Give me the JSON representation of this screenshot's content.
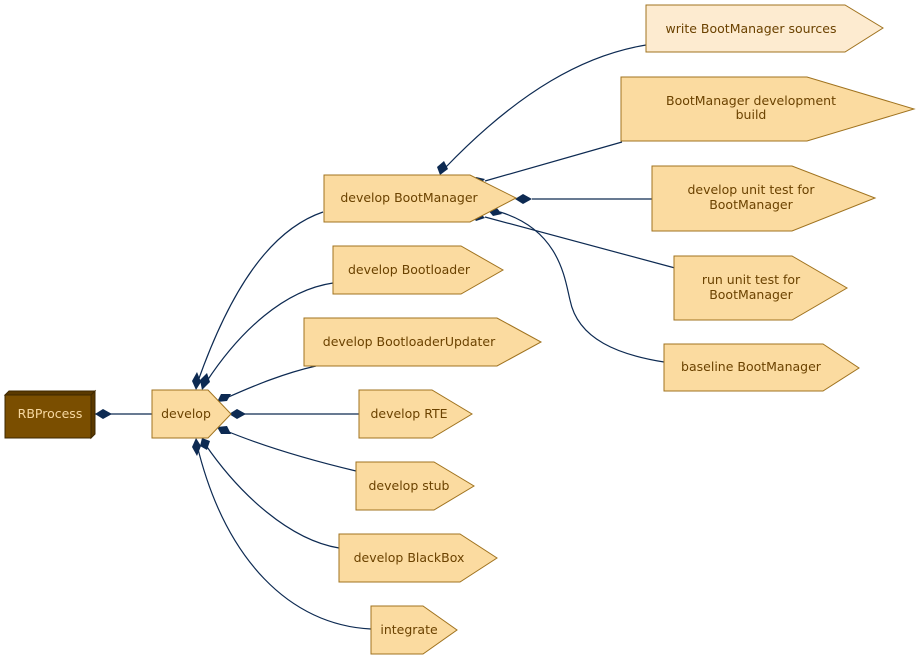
{
  "colors": {
    "node_fill": "#fbdba0",
    "node_fill_light": "#fdebd0",
    "node_stroke": "#a0731f",
    "node_text": "#6b4200",
    "root_fill": "#7a4e00",
    "root_text": "#f7d8a0",
    "edge": "#0d2a52"
  },
  "nodes": {
    "rbprocess": "RBProcess",
    "develop": "develop",
    "develop_bootmanager": "develop BootManager",
    "develop_bootloader": "develop Bootloader",
    "develop_bootloaderupdater": "develop BootloaderUpdater",
    "develop_rte": "develop RTE",
    "develop_stub": "develop stub",
    "develop_blackbox": "develop BlackBox",
    "integrate": "integrate",
    "write_sources": "write BootManager sources",
    "dev_build_line1": "BootManager development",
    "dev_build_line2": "build",
    "unit_test_dev_line1": "develop unit test for",
    "unit_test_dev_line2": "BootManager",
    "unit_test_run_line1": "run unit test for",
    "unit_test_run_line2": "BootManager",
    "baseline": "baseline BootManager"
  }
}
